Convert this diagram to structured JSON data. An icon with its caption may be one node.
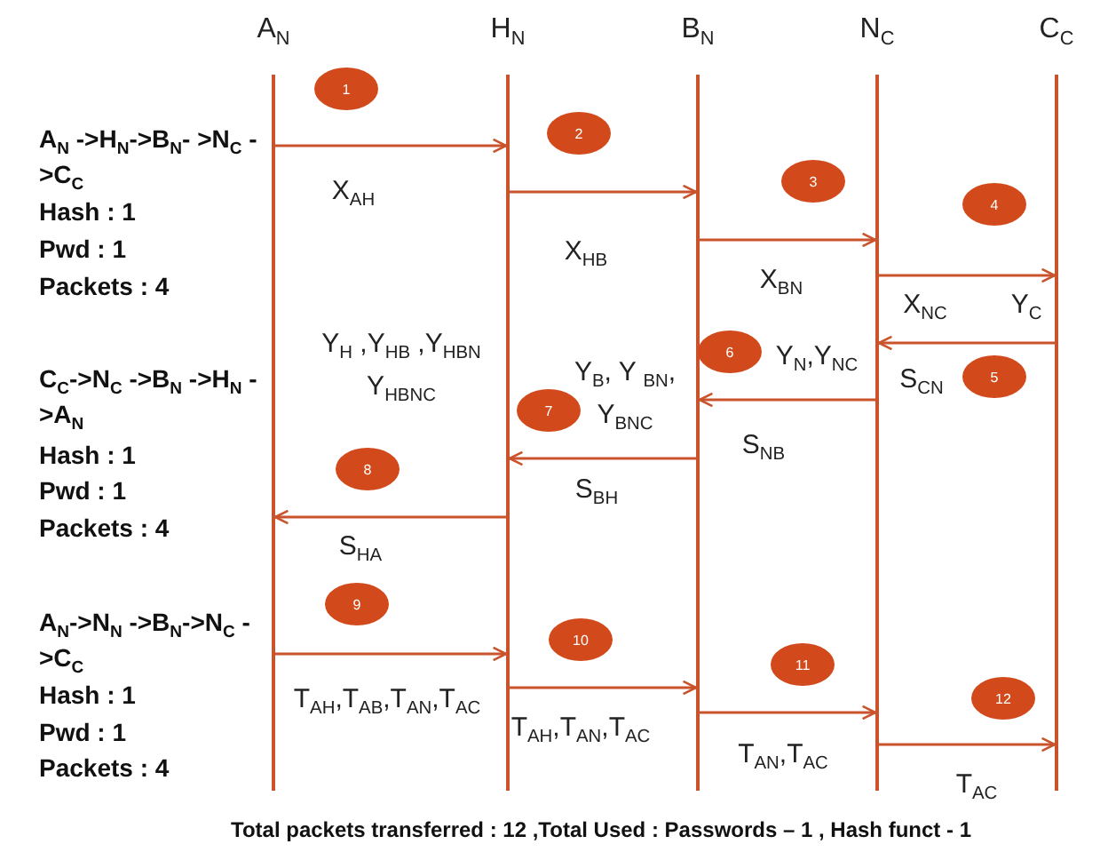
{
  "diagram": {
    "caption": "Total packets transferred : 12 ,Total Used : Passwords – 1 , Hash funct - 1",
    "nodes": [
      {
        "text": [],
        "shape": "bar",
        "beside": [
          "A$_{N}$"
        ]
      },
      {
        "text": [],
        "shape": "bar",
        "beside": [
          "H$_{N}$"
        ]
      },
      {
        "text": [],
        "shape": "bar",
        "beside": [
          "B$_{N}$"
        ]
      },
      {
        "text": [],
        "shape": "bar",
        "beside": [
          "N$_{C}$"
        ]
      },
      {
        "text": [],
        "shape": "bar",
        "beside": [
          "C$_{C}$"
        ]
      }
    ],
    "edges": [
      {
        "from": 0,
        "to": 1,
        "arrow": "to"
      },
      {
        "from": 1,
        "to": 2,
        "arrow": "to"
      },
      {
        "from": 2,
        "to": 3,
        "arrow": "to"
      },
      {
        "from": 3,
        "to": 4,
        "arrow": "to"
      },
      {
        "from": 4,
        "to": 3,
        "arrow": "to"
      },
      {
        "from": 3,
        "to": 2,
        "arrow": "to"
      },
      {
        "from": 2,
        "to": 1,
        "arrow": "to"
      },
      {
        "from": 1,
        "to": 0,
        "arrow": "to"
      },
      {
        "from": 0,
        "to": 1,
        "arrow": "to"
      },
      {
        "from": 1,
        "to": 2,
        "arrow": "to"
      },
      {
        "from": 2,
        "to": 3,
        "arrow": "to"
      },
      {
        "from": 3,
        "to": 4,
        "arrow": "to"
      }
    ],
    "labels": [
      "A$_{N}$ ->H$_{N}$->B$_{N}$- >N$_{C}$ ->C$_{C}$",
      "Hash : 1",
      "Pwd : 1",
      "Packets : 4",
      "C$_{C}$->N$_{C}$ ->B$_{N}$ ->H$_{N}$ ->A$_{N}$",
      "Hash : 1",
      "Pwd : 1",
      "Packets : 4",
      "A$_{N}$->N$_{N}$ ->B$_{N}$->N$_{C}$ ->C$_{C}$",
      "Hash : 1",
      "Pwd : 1",
      "Packets : 4",
      "1",
      "2",
      "3",
      "4",
      "5",
      "6",
      "7",
      "8",
      "9",
      "10",
      "11",
      "12",
      "X$_{AH}$",
      "X$_{HB}$",
      "X$_{BN}$",
      "X$_{NC}$",
      "Y$_{C}$",
      "Y$_{N}$,Y$_{NC}$",
      "S$_{CN}$",
      "Y$_{B}$, Y $_{BN}$, Y$_{BNC}$",
      "S$_{NB}$",
      "Y$_{H}$ ,Y$_{HB}$ ,Y$_{HBN}$ Y$_{HBNC}$",
      "S$_{BH}$",
      "S$_{HA}$",
      "T$_{AH}$,T$_{AB}$,T$_{AN}$,T$_{AC}$",
      "T$_{AH}$,T$_{AN}$,T$_{AC}$",
      "T$_{AN}$,T$_{AC}$",
      "T$_{AC}$"
    ]
  }
}
